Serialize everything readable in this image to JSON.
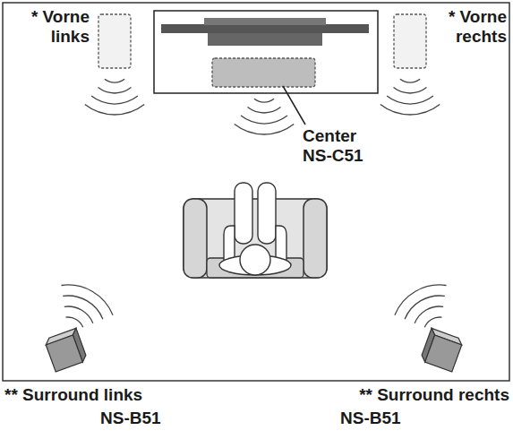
{
  "diagram": {
    "labels": [
      "* Vorne links",
      "* Vorne rechts",
      "Center NS-C51",
      "** Surround links",
      "NS-B51",
      "** Surround rechts",
      "NS-B51"
    ]
  }
}
